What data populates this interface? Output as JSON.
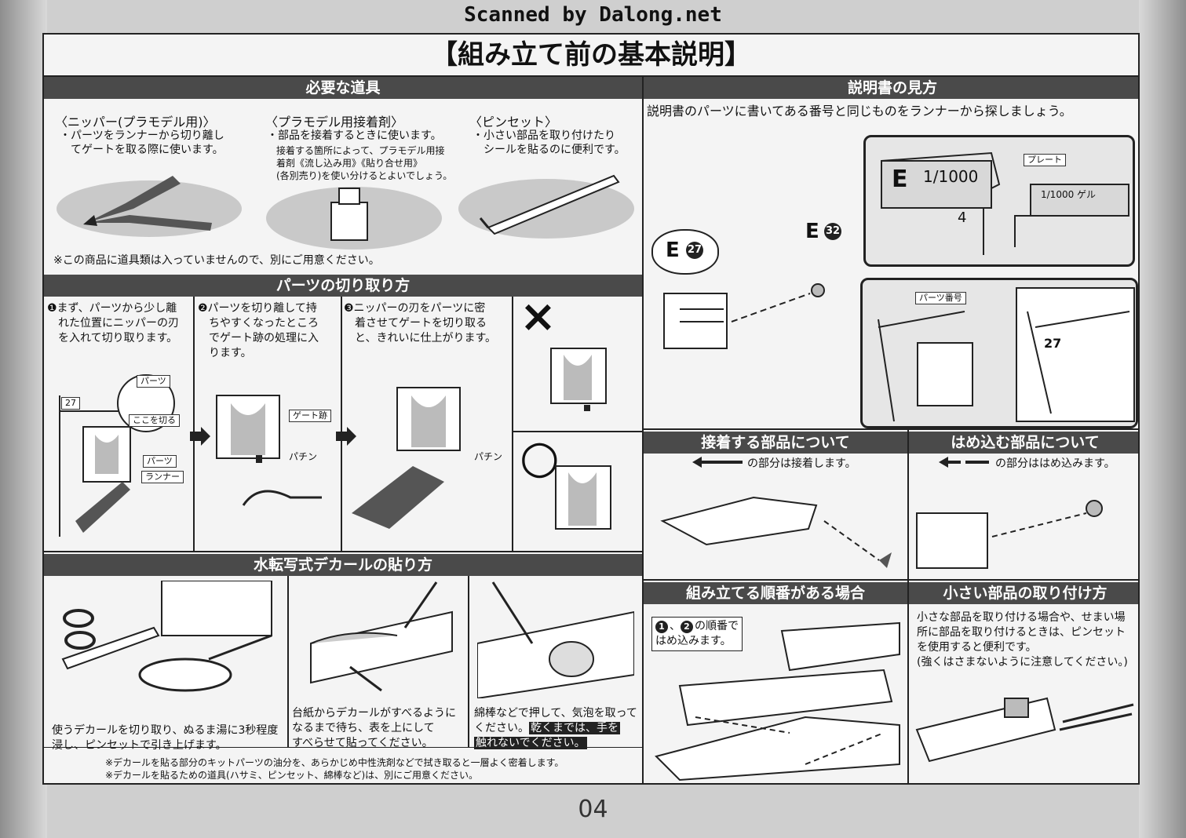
{
  "watermark": "Scanned by Dalong.net",
  "page_title": "【組み立て前の基本説明】",
  "page_number": "04",
  "tools": {
    "header": "必要な道具",
    "nipper": {
      "title": "〈ニッパー(プラモデル用)〉",
      "line1": "・パーツをランナーから切り離し",
      "line2": "てゲートを取る際に使います。"
    },
    "cement": {
      "title": "〈プラモデル用接着剤〉",
      "line1": "・部品を接着するときに使います。",
      "line2": "接着する箇所によって、プラモデル用接",
      "line3": "着剤《流し込み用》《貼り合せ用》",
      "line4": "(各別売り)を使い分けるとよいでしょう。"
    },
    "tweezers": {
      "title": "〈ピンセット〉",
      "line1": "・小さい部品を取り付けたり",
      "line2": "シールを貼るのに便利です。"
    },
    "note": "※この商品に道具類は入っていませんので、別にご用意ください。"
  },
  "cutting": {
    "header": "パーツの切り取り方",
    "step1": [
      "❶まず、パーツから少し離",
      "れた位置にニッパーの刃",
      "を入れて切り取ります。"
    ],
    "step2": [
      "❷パーツを切り離して持",
      "ちやすくなったところ",
      "でゲート跡の処理に入",
      "ります。"
    ],
    "step3": [
      "❸ニッパーの刃をパーツに密",
      "着させてゲートを切り取る",
      "と、きれいに仕上がります。"
    ],
    "labels": {
      "parts": "パーツ",
      "cut_here": "ここを切る",
      "parts2": "パーツ",
      "runner": "ランナー",
      "gate_mark": "ゲート跡",
      "snap1": "パチン",
      "snap2": "パチン",
      "part_no": "27"
    },
    "wrong_mark": "×",
    "right_mark": "○"
  },
  "decal": {
    "header": "水転写式デカールの貼り方",
    "col1": [
      "使うデカールを切り取り、ぬるま湯に3秒程度",
      "浸し、ピンセットで引き上げます。"
    ],
    "col2": [
      "台紙からデカールがすべるように",
      "なるまで待ち、表を上にして",
      "すべらせて貼ってください。"
    ],
    "col3": [
      "綿棒などで押して、気泡を取って",
      "ください。"
    ],
    "col3_emph1": "乾くまでは、手を",
    "col3_emph2": "触れないでください。",
    "note1": "※デカールを貼る部分のキットパーツの油分を、あらかじめ中性洗剤などで拭き取ると一層よく密着します。",
    "note2": "※デカールを貼るための道具(ハサミ、ピンセット、綿棒など)は、別にご用意ください。"
  },
  "manual": {
    "header": "説明書の見方",
    "intro": "説明書のパーツに書いてある番号と同じものをランナーから探しましょう。",
    "callout_e27_letter": "E",
    "callout_e27_num": "27",
    "callout_e32_letter": "E",
    "callout_e32_num": "32",
    "plate_label": "プレート",
    "plate_text1": "1/1000",
    "plate_text2": "1/1000 ゲル",
    "plate_letter": "E",
    "plate_num": "4",
    "part_no_label": "パーツ番号",
    "part_num": "27"
  },
  "glue": {
    "header": "接着する部品について",
    "legend": "の部分は接着します。"
  },
  "fit": {
    "header": "はめ込む部品について",
    "legend": "の部分ははめ込みます。"
  },
  "order": {
    "header": "組み立てる順番がある場合",
    "note1": "の順番で",
    "note2": "はめ込みます。",
    "n1": "1",
    "n2": "2"
  },
  "small_parts": {
    "header": "小さい部品の取り付け方",
    "lines": [
      "小さな部品を取り付ける場合や、せまい場",
      "所に部品を取り付けるときは、ピンセット",
      "を使用すると便利です。",
      "(強くはさまないように注意してください。)"
    ]
  }
}
